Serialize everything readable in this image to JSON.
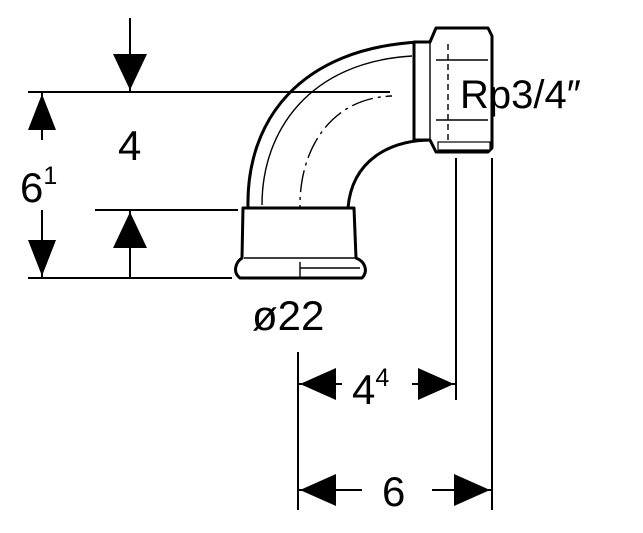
{
  "drawing": {
    "part": "elbow-fitting-press-by-female-thread",
    "colors": {
      "ink": "#000000",
      "background": "#ffffff"
    }
  },
  "dimensions": {
    "depth_main": "4",
    "height_main": "6",
    "height_sup": "1",
    "width_inner_main": "4",
    "width_inner_sup": "4",
    "width_total": "6",
    "pipe_diameter": "ø22",
    "thread": "Rp3/4″"
  }
}
